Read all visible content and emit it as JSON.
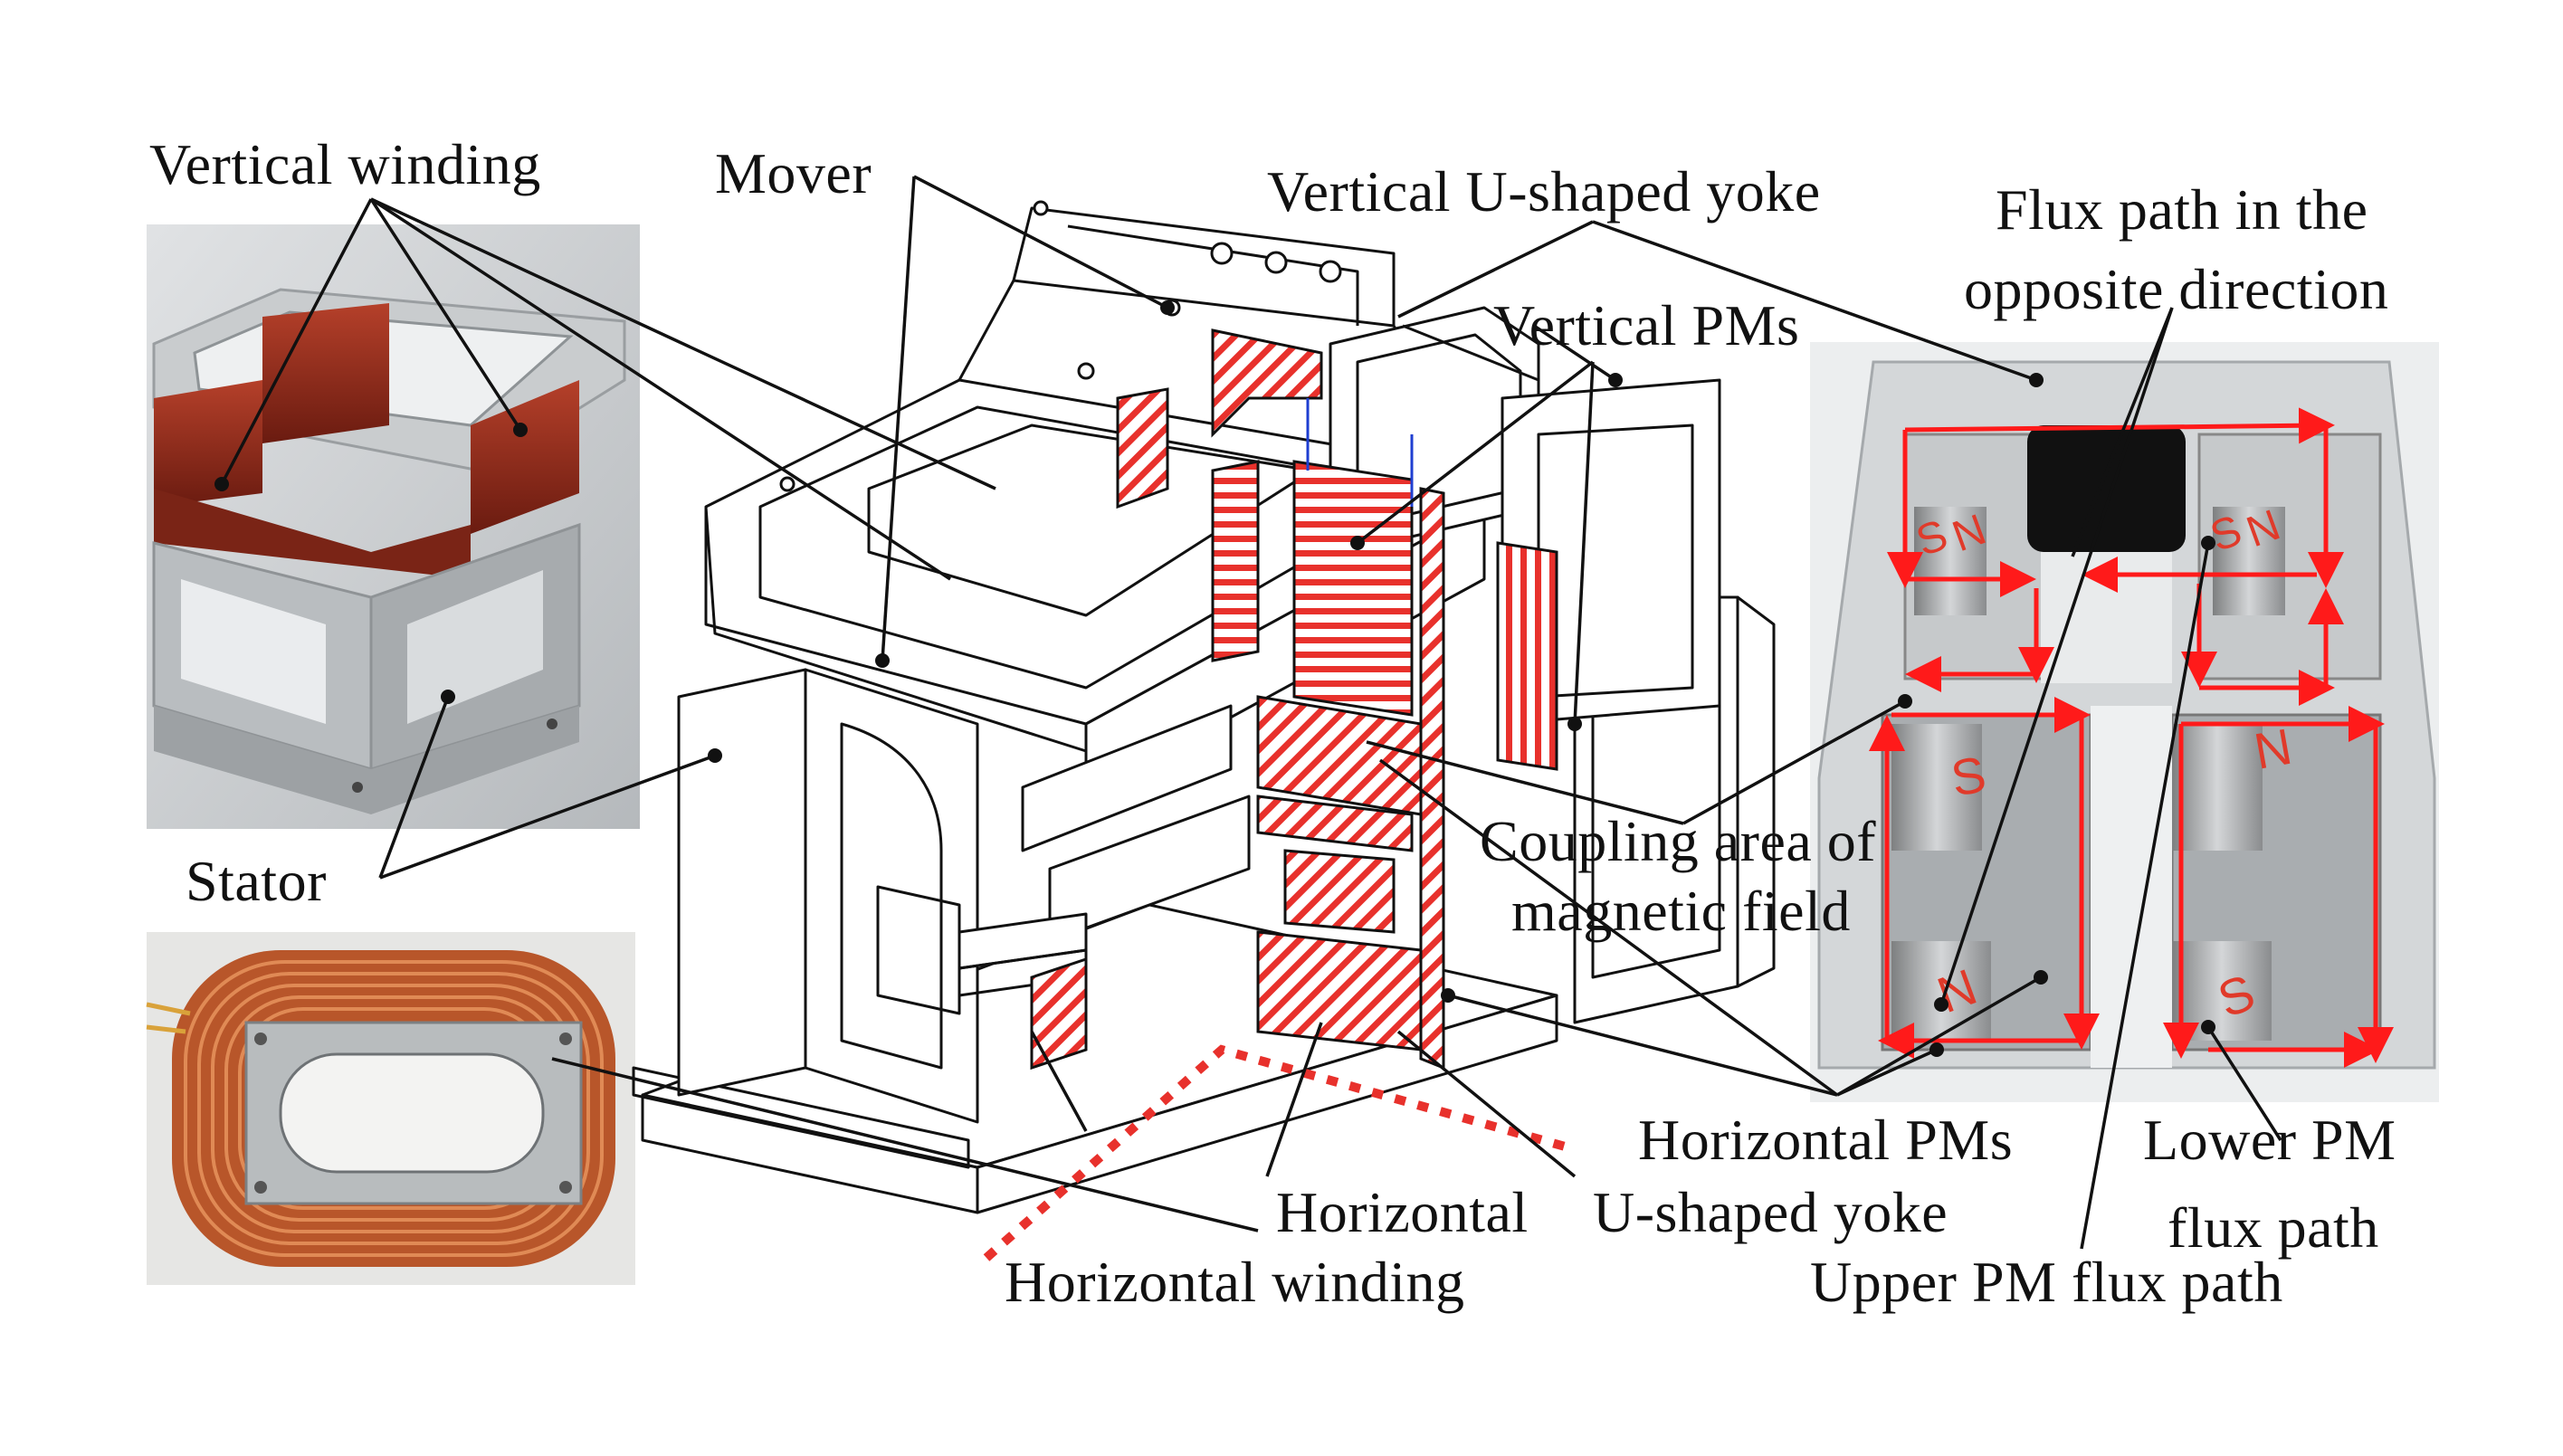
{
  "labels": {
    "vertical_winding": "Vertical  winding",
    "mover": "Mover",
    "vertical_u_yoke": "Vertical U-shaped  yoke",
    "flux_opposite_1": "Flux path in the",
    "flux_opposite_2": "opposite direction",
    "vertical_pms": "Vertical PMs",
    "stator": "Stator",
    "coupling_1": "Coupling area of",
    "coupling_2": "magnetic field",
    "horizontal_pms": "Horizontal PMs",
    "lower_pm_1": "Lower PM",
    "lower_pm_2": "flux path",
    "horizontal": "Horizontal",
    "u_shaped_yoke": "U-shaped yoke",
    "horizontal_winding": "Horizontal winding",
    "upper_pm_flux": "Upper PM flux path"
  },
  "pm_marks": [
    "S",
    "N",
    "S",
    "N",
    "N",
    "S",
    "N",
    "S"
  ],
  "colors": {
    "section_red": "#e8312c",
    "copper": "#8f2a1c",
    "coil_orange": "#c9642f",
    "aluminum": "#c8ccce",
    "line": "#111111",
    "arrow": "#ff1a1a"
  }
}
